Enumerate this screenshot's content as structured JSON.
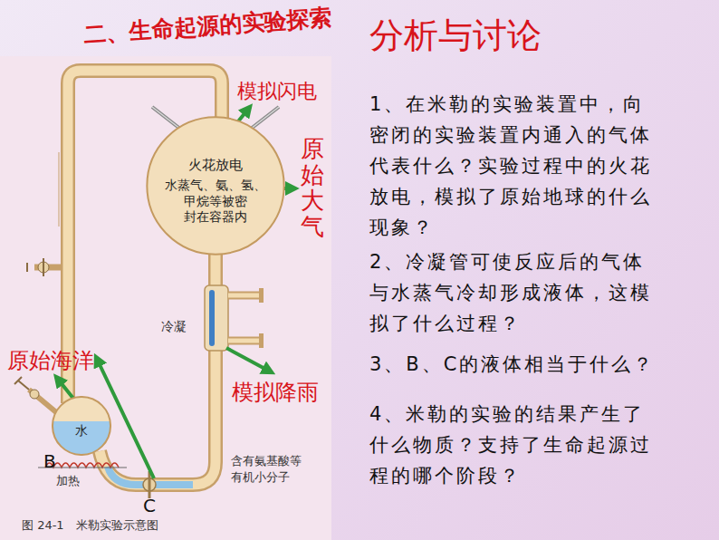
{
  "diagram": {
    "title": "二、生命起源的实验探索",
    "caption": "图 24-1　米勒实验示意图",
    "nodes": [
      {
        "text": [
          "火花放电",
          "水蒸气、氨、氢、 甲烷等被密 封在容器内"
        ]
      },
      {
        "text": [
          "水"
        ]
      }
    ],
    "labels": [
      "分析与讨论",
      "模拟闪电",
      "原始大气",
      "原始海洋",
      "模拟降雨",
      "冷凝",
      "含有氨基酸等 有机小分子",
      "加热",
      "B",
      "C",
      "1、在米勒的实验装置中，向 密闭的实验装置内通入的气体 代表什么？实验过程中的火花 放电，模拟了原始地球的什么 现象？",
      "2、冷凝管可使反应后的气体 与水蒸气冷却形成液体，这模 拟了什么过程？",
      "3、B、C的液体相当于什么？",
      "4、米勒的实验的结果产生了 什么物质？支持了生命起源过 程的哪个阶段？"
    ]
  }
}
